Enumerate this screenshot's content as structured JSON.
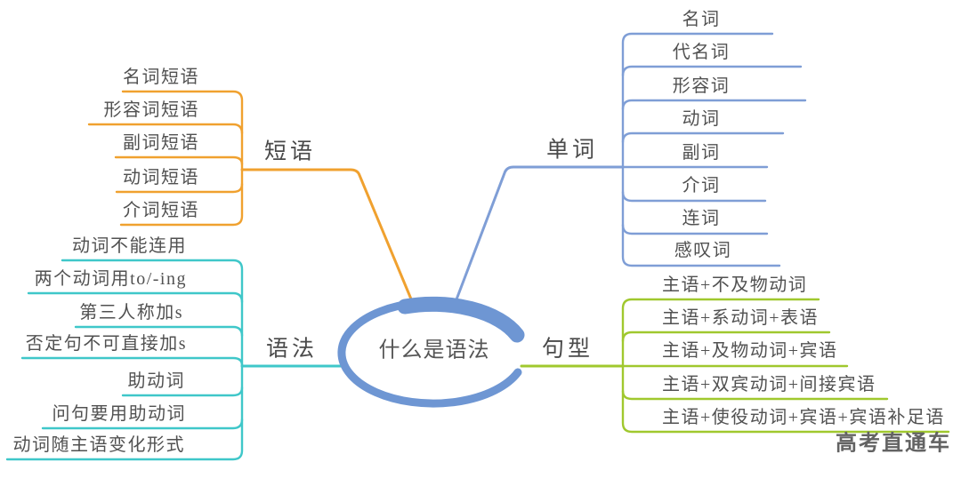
{
  "center": {
    "title": "什么是语法",
    "color": "#6e96d3"
  },
  "branches": {
    "phrases": {
      "label": "短语",
      "color": "#f0a12f",
      "children": [
        "名词短语",
        "形容词短语",
        "副词短语",
        "动词短语",
        "介词短语"
      ]
    },
    "words": {
      "label": "单词",
      "color": "#7f9ed6",
      "children": [
        "名词",
        "代名词",
        "形容词",
        "动词",
        "副词",
        "介词",
        "连词",
        "感叹词"
      ]
    },
    "grammar": {
      "label": "语法",
      "color": "#3fc7c9",
      "children": [
        "动词不能连用",
        "两个动词用to/-ing",
        "第三人称加s",
        "否定句不可直接加s",
        "助动词",
        "问句要用助动词",
        "动词随主语变化形式"
      ]
    },
    "sentence_patterns": {
      "label": "句型",
      "color": "#a0c82e",
      "children": [
        "主语+不及物动词",
        "主语+系动词+表语",
        "主语+及物动词+宾语",
        "主语+双宾动词+间接宾语",
        "主语+使役动词+宾语+宾语补足语"
      ]
    }
  },
  "watermark": "高考直通车"
}
